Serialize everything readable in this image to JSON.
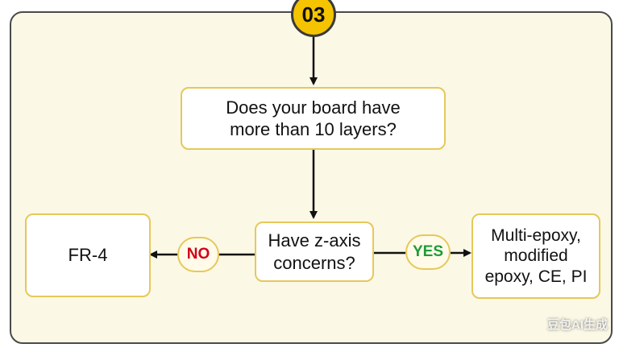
{
  "step_number": "03",
  "question_1": "Does your board have\nmore than 10 layers?",
  "question_2": "Have z-axis\nconcerns?",
  "no_label": "NO",
  "yes_label": "YES",
  "result_no": "FR-4",
  "result_yes": "Multi-epoxy,\nmodified\nepoxy, CE, PI",
  "watermark": "豆包AI生成",
  "colors": {
    "panel_bg": "#fbf8e6",
    "box_border": "#e6c85a",
    "badge": "#f5c400",
    "no": "#d0021b",
    "yes": "#1e9b3a"
  }
}
